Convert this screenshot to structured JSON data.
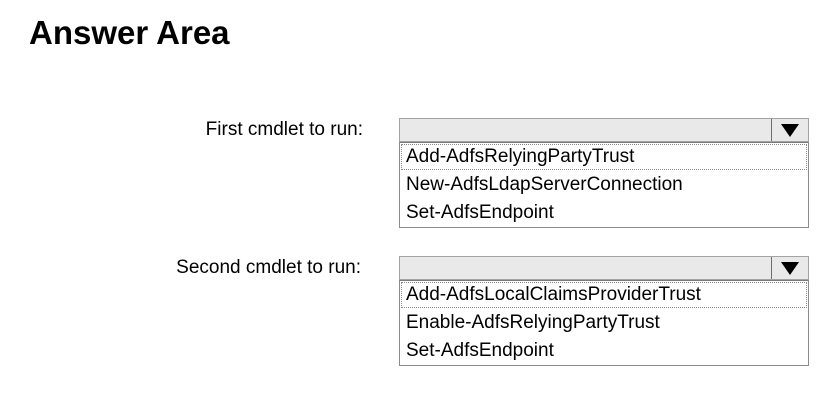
{
  "title": "Answer Area",
  "colors": {
    "background": "#ffffff",
    "text": "#000000",
    "combo_fill": "#e9e9e9",
    "combo_border": "#a3a3a3",
    "list_border": "#8c8c8c",
    "arrow": "#000000"
  },
  "groups": [
    {
      "label": "First cmdlet to run:",
      "selected_value": "",
      "arrow_icon": "triangle-down",
      "options": [
        "Add-AdfsRelyingPartyTrust",
        "New-AdfsLdapServerConnection",
        "Set-AdfsEndpoint"
      ]
    },
    {
      "label": "Second cmdlet to run:",
      "selected_value": "",
      "arrow_icon": "triangle-down",
      "options": [
        "Add-AdfsLocalClaimsProviderTrust",
        "Enable-AdfsRelyingPartyTrust",
        "Set-AdfsEndpoint"
      ]
    }
  ]
}
